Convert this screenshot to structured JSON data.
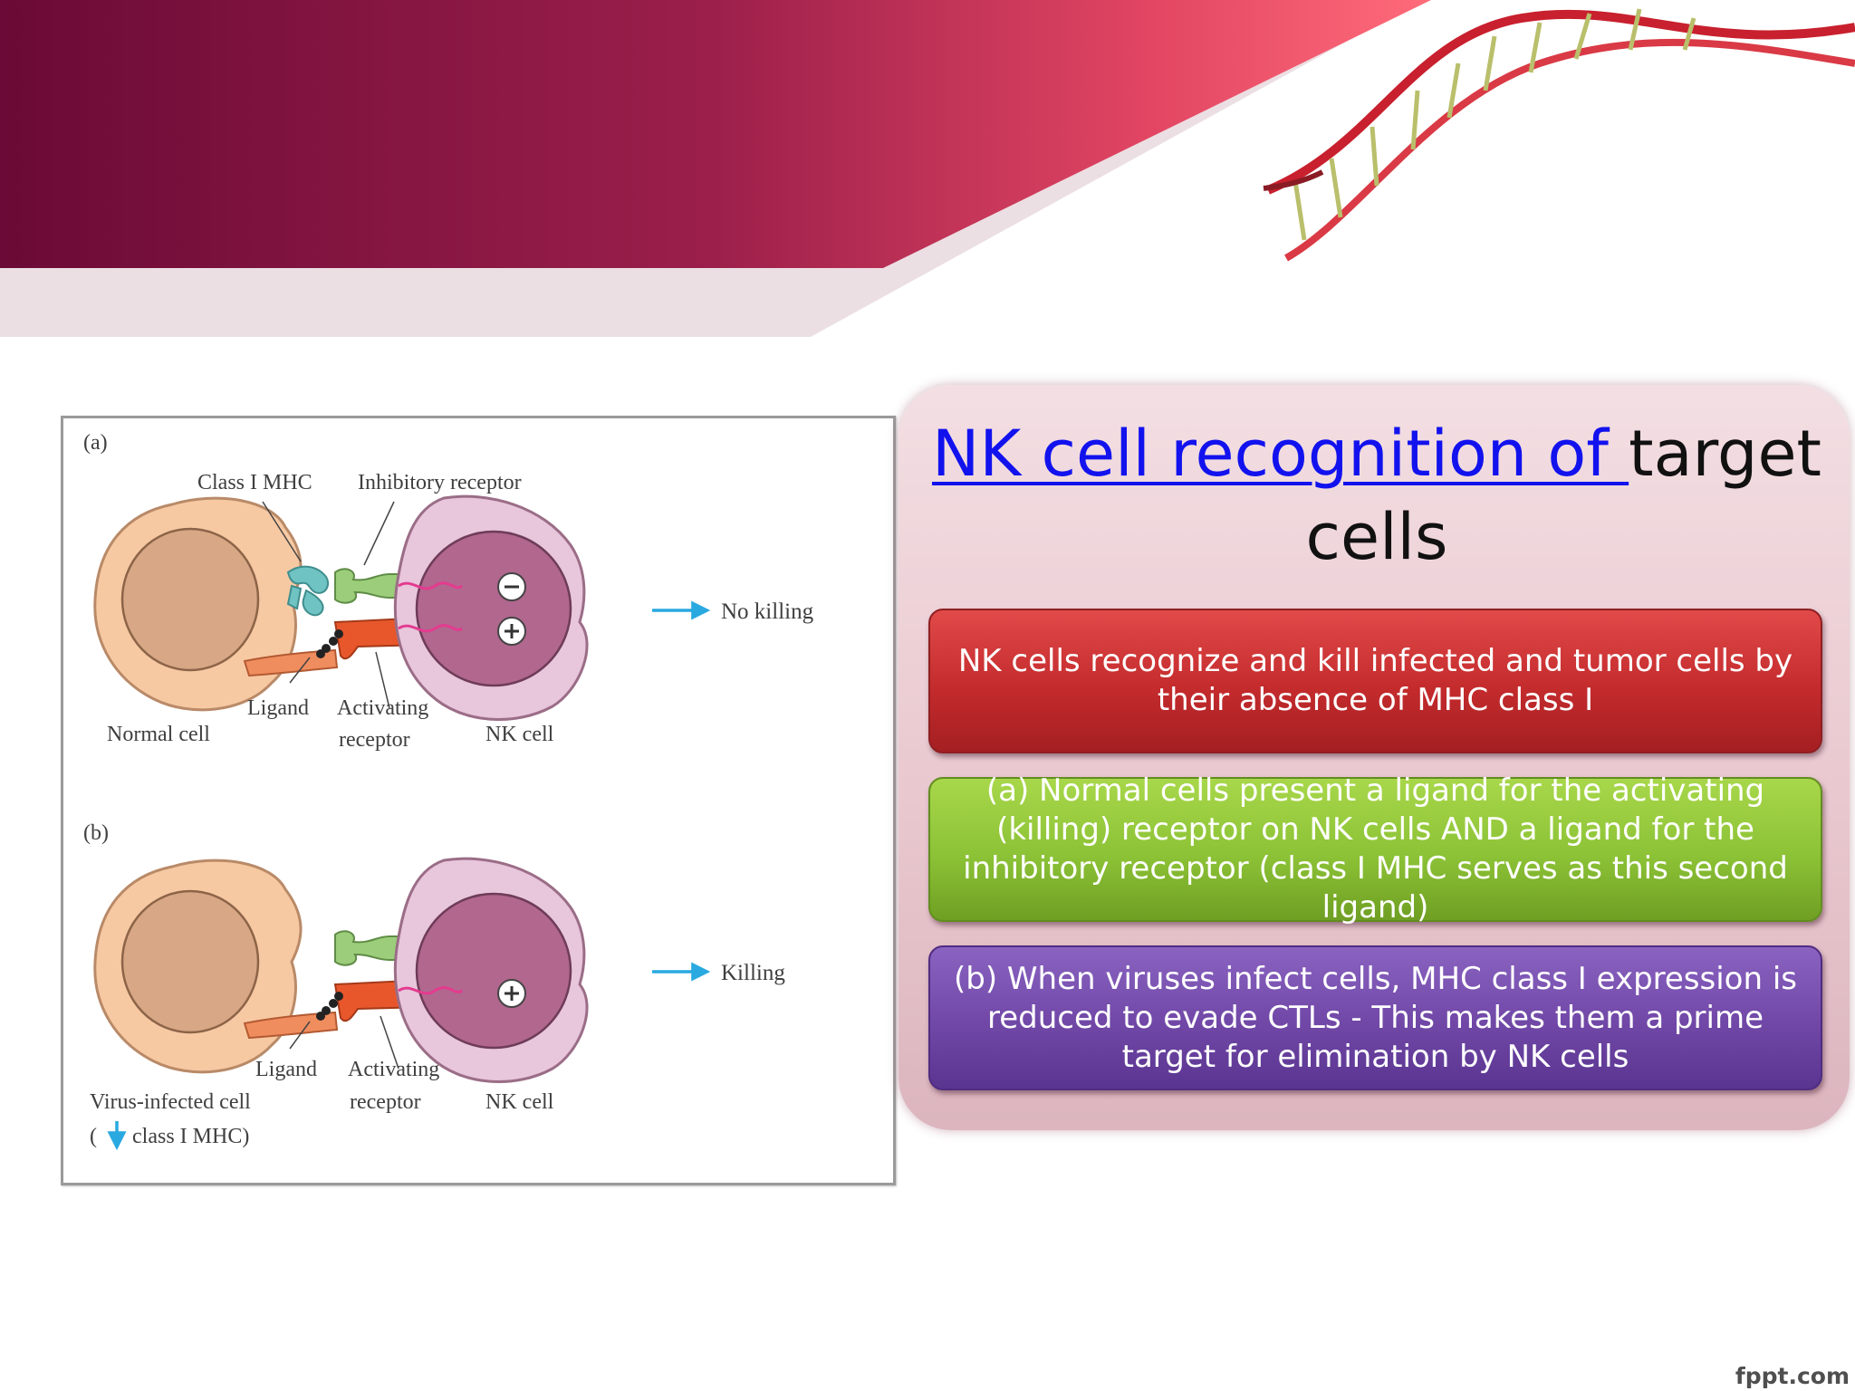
{
  "slide": {
    "title_link": "NK cell recognition of ",
    "title_rest": "target cells",
    "boxes": [
      {
        "text": "NK cells recognize and kill infected and tumor cells by their absence of MHC class I",
        "color": "#c42b2d"
      },
      {
        "text": "(a) Normal cells present a ligand for the activating (killing) receptor on NK cells AND a ligand for the inhibitory receptor (class I MHC serves as this second ligand)",
        "color": "#8cc236"
      },
      {
        "text": "(b) When viruses infect cells, MHC class I expression is reduced to evade CTLs - This makes them a prime target for elimination by NK cells",
        "color": "#7047a6"
      }
    ],
    "watermark": "fppt.com"
  },
  "figure": {
    "panel_a": {
      "label": "(a)",
      "class1_mhc": "Class I MHC",
      "inhibitory_receptor": "Inhibitory receptor",
      "ligand": "Ligand",
      "activating_line1": "Activating",
      "activating_line2": "receptor",
      "left_cell": "Normal cell",
      "right_cell": "NK cell",
      "outcome": "No killing"
    },
    "panel_b": {
      "label": "(b)",
      "ligand": "Ligand",
      "activating_line1": "Activating",
      "activating_line2": "receptor",
      "left_cell": "Virus-infected cell",
      "right_cell": "NK cell",
      "outcome": "Killing",
      "note_open": "(",
      "note_text": "class I MHC)"
    },
    "colors": {
      "cell_outer": "#f7c9a2",
      "cell_nucleus": "#d8a785",
      "nk_outer": "#e8c6dc",
      "nk_nucleus": "#b1678e",
      "inhibitory": "#9ccd7a",
      "activating": "#e8572c",
      "mhc": "#6fc3c2",
      "arrow": "#29a9e0"
    }
  }
}
